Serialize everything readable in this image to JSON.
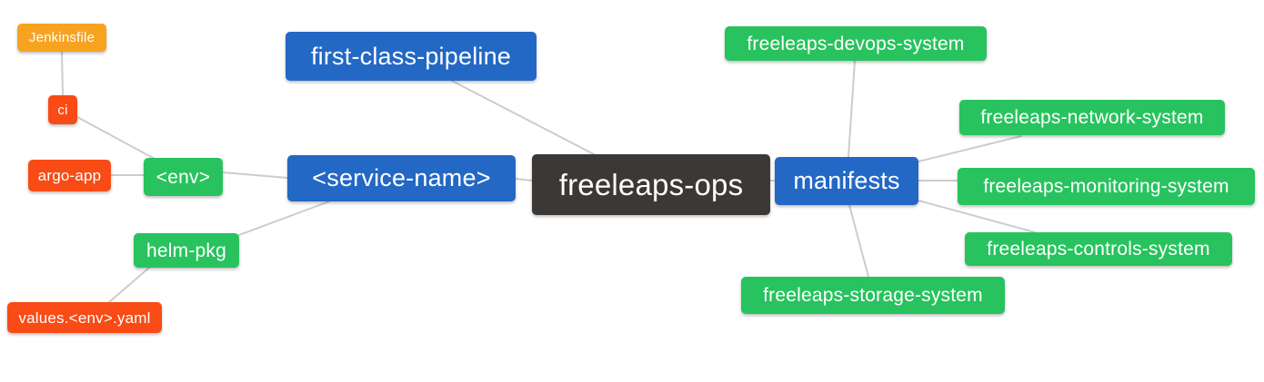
{
  "diagram": {
    "background": "#ffffff",
    "edge_color": "#cccccc",
    "colors": {
      "blue": "#2368c4",
      "green": "#28c35e",
      "red": "#f94b15",
      "orange": "#f7a320",
      "dark": "#3c3836",
      "text": "#ffffff"
    },
    "nodes": {
      "root": {
        "label": "freeleaps-ops"
      },
      "first_class_pipeline": {
        "label": "first-class-pipeline"
      },
      "service_name": {
        "label": "<service-name>"
      },
      "env": {
        "label": "<env>"
      },
      "ci": {
        "label": "ci"
      },
      "jenkinsfile": {
        "label": "Jenkinsfile"
      },
      "argo_app": {
        "label": "argo-app"
      },
      "helm_pkg": {
        "label": "helm-pkg"
      },
      "values_env_yaml": {
        "label": "values.<env>.yaml"
      },
      "manifests": {
        "label": "manifests"
      },
      "devops_system": {
        "label": "freeleaps-devops-system"
      },
      "network_system": {
        "label": "freeleaps-network-system"
      },
      "monitoring_system": {
        "label": "freeleaps-monitoring-system"
      },
      "controls_system": {
        "label": "freeleaps-controls-system"
      },
      "storage_system": {
        "label": "freeleaps-storage-system"
      }
    },
    "edges": [
      {
        "from": "jenkinsfile",
        "to": "ci"
      },
      {
        "from": "ci",
        "to": "env"
      },
      {
        "from": "argo_app",
        "to": "env"
      },
      {
        "from": "env",
        "to": "service_name"
      },
      {
        "from": "helm_pkg",
        "to": "service_name"
      },
      {
        "from": "values_env_yaml",
        "to": "helm_pkg"
      },
      {
        "from": "first_class_pipeline",
        "to": "root"
      },
      {
        "from": "service_name",
        "to": "root"
      },
      {
        "from": "root",
        "to": "manifests"
      },
      {
        "from": "manifests",
        "to": "devops_system"
      },
      {
        "from": "manifests",
        "to": "network_system"
      },
      {
        "from": "manifests",
        "to": "monitoring_system"
      },
      {
        "from": "manifests",
        "to": "controls_system"
      },
      {
        "from": "manifests",
        "to": "storage_system"
      }
    ]
  }
}
